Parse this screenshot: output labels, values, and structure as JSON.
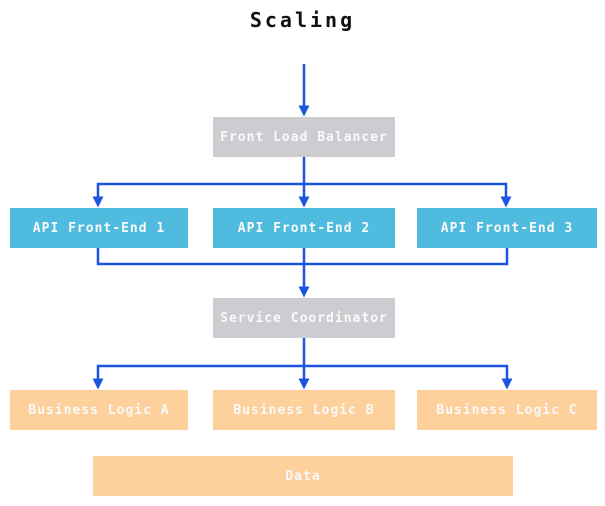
{
  "title": "Scaling",
  "colors": {
    "background": "#FFFFFF",
    "arrow": "#1D55E0",
    "node_gray": "#CDCDD1",
    "node_blue": "#4FBCDF",
    "node_orange": "#FDD09C",
    "node_text": "#FAFAFA",
    "title_text": "#111111"
  },
  "nodes": {
    "front_load_balancer": {
      "label": "Front Load Balancer",
      "color_role": "gray"
    },
    "api_front_end_1": {
      "label": "API Front-End 1",
      "color_role": "blue"
    },
    "api_front_end_2": {
      "label": "API Front-End 2",
      "color_role": "blue"
    },
    "api_front_end_3": {
      "label": "API Front-End 3",
      "color_role": "blue"
    },
    "service_coordinator": {
      "label": "Service Coordinator",
      "color_role": "gray"
    },
    "business_logic_a": {
      "label": "Business Logic A",
      "color_role": "orange"
    },
    "business_logic_b": {
      "label": "Business Logic B",
      "color_role": "orange"
    },
    "business_logic_c": {
      "label": "Business Logic C",
      "color_role": "orange"
    },
    "data": {
      "label": "Data",
      "color_role": "orange"
    }
  },
  "edges": [
    {
      "from": "start",
      "to": "front_load_balancer"
    },
    {
      "from": "front_load_balancer",
      "to": "api_front_end_1"
    },
    {
      "from": "front_load_balancer",
      "to": "api_front_end_2"
    },
    {
      "from": "front_load_balancer",
      "to": "api_front_end_3"
    },
    {
      "from": "api_front_end_1",
      "to": "service_coordinator"
    },
    {
      "from": "api_front_end_2",
      "to": "service_coordinator"
    },
    {
      "from": "api_front_end_3",
      "to": "service_coordinator"
    },
    {
      "from": "service_coordinator",
      "to": "business_logic_a"
    },
    {
      "from": "service_coordinator",
      "to": "business_logic_b"
    },
    {
      "from": "service_coordinator",
      "to": "business_logic_c"
    }
  ]
}
